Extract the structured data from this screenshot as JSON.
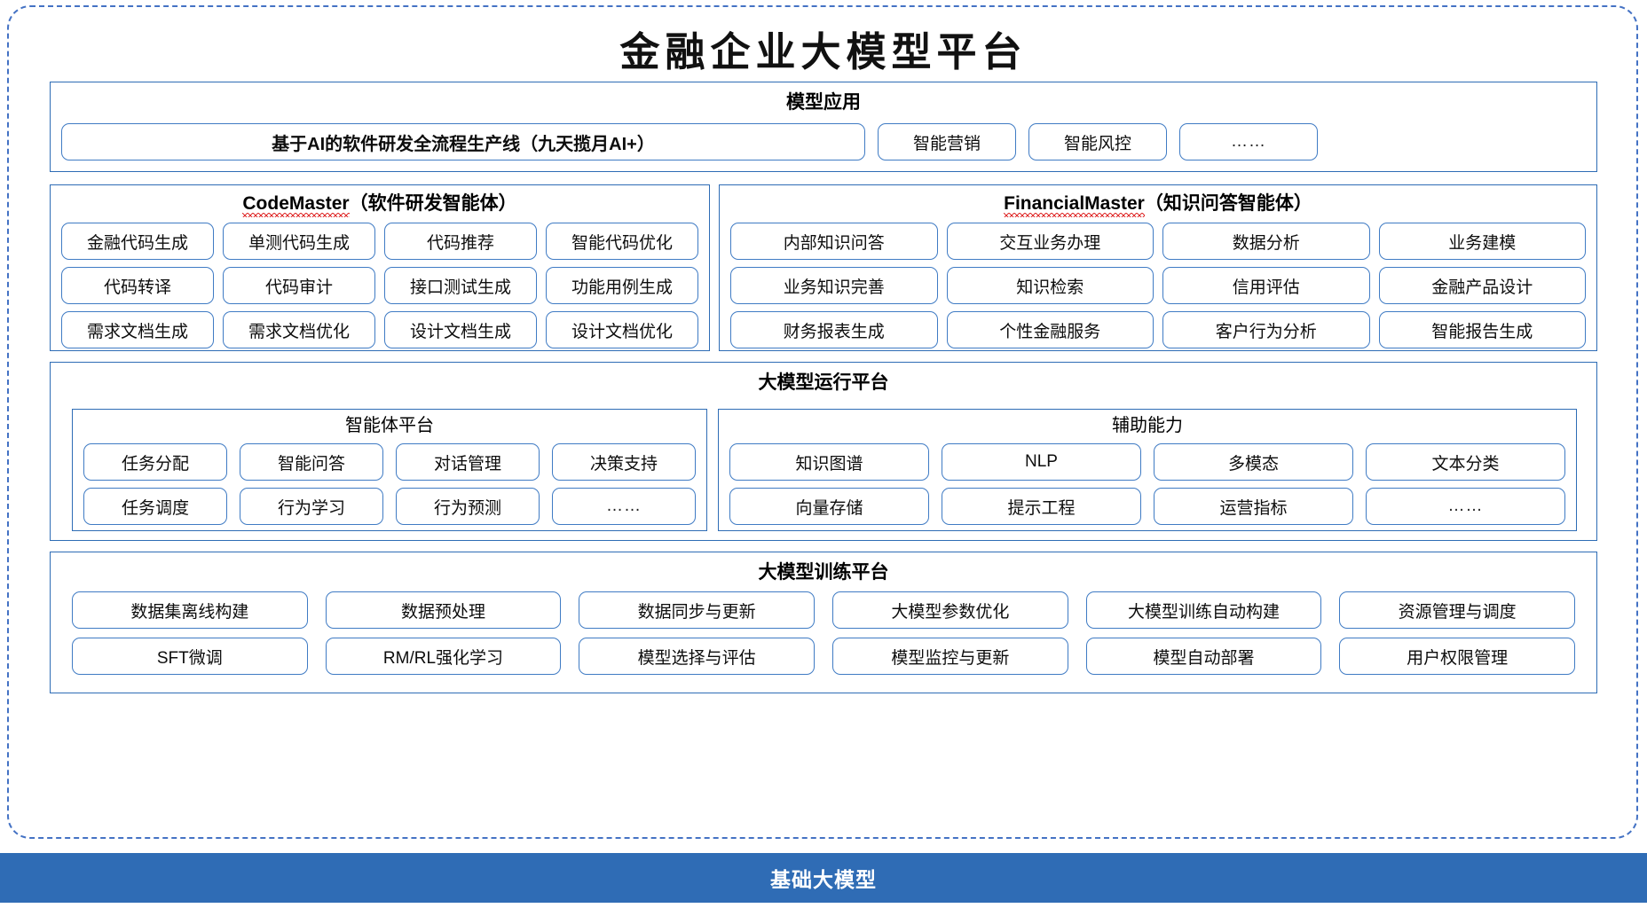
{
  "title": "金融企业大模型平台",
  "model_application": {
    "title": "模型应用",
    "primary": "基于AI的软件研发全流程生产线（九天揽月AI+）",
    "items": [
      "智能营销",
      "智能风控",
      "……"
    ]
  },
  "code_master": {
    "name": "CodeMaster",
    "suffix": "（软件研发智能体）",
    "items": [
      "金融代码生成",
      "单测代码生成",
      "代码推荐",
      "智能代码优化",
      "代码转译",
      "代码审计",
      "接口测试生成",
      "功能用例生成",
      "需求文档生成",
      "需求文档优化",
      "设计文档生成",
      "设计文档优化"
    ]
  },
  "financial_master": {
    "name": "FinancialMaster",
    "suffix": "（知识问答智能体）",
    "items": [
      "内部知识问答",
      "交互业务办理",
      "数据分析",
      "业务建模",
      "业务知识完善",
      "知识检索",
      "信用评估",
      "金融产品设计",
      "财务报表生成",
      "个性金融服务",
      "客户行为分析",
      "智能报告生成"
    ]
  },
  "runtime_platform": {
    "title": "大模型运行平台",
    "agent_platform": {
      "title": "智能体平台",
      "items": [
        "任务分配",
        "智能问答",
        "对话管理",
        "决策支持",
        "任务调度",
        "行为学习",
        "行为预测",
        "……"
      ]
    },
    "auxiliary": {
      "title": "辅助能力",
      "items": [
        "知识图谱",
        "NLP",
        "多模态",
        "文本分类",
        "向量存储",
        "提示工程",
        "运营指标",
        "……"
      ]
    }
  },
  "training_platform": {
    "title": "大模型训练平台",
    "items": [
      "数据集离线构建",
      "数据预处理",
      "数据同步与更新",
      "大模型参数优化",
      "大模型训练自动构建",
      "资源管理与调度",
      "SFT微调",
      "RM/RL强化学习",
      "模型选择与评估",
      "模型监控与更新",
      "模型自动部署",
      "用户权限管理"
    ]
  },
  "foundation": {
    "label": "基础大模型"
  },
  "colors": {
    "frame_border": "#4472c4",
    "panel_border": "#2e6cb5",
    "pill_border": "#3f7bc4",
    "foundation_bg": "#2f6cb5",
    "spellcheck_red": "#e03030"
  }
}
